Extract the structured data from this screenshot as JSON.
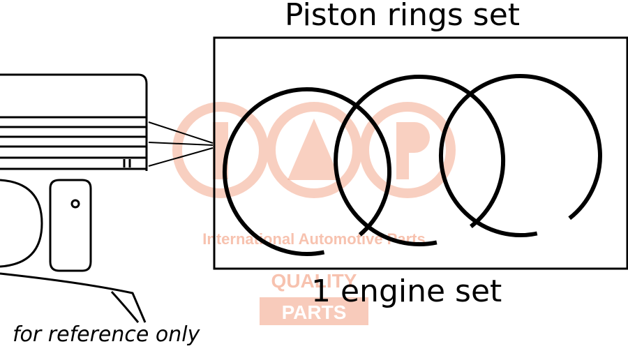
{
  "title": "Piston rings set",
  "engine_set_label": "1 engine set",
  "reference_note": "for reference only",
  "watermark": {
    "text_line": "International Automotive Parts",
    "quality": "QUALITY",
    "parts": "PARTS",
    "color": "#f4a98e"
  },
  "colors": {
    "ink": "#000000",
    "background": "#ffffff"
  },
  "ring_count": 3
}
